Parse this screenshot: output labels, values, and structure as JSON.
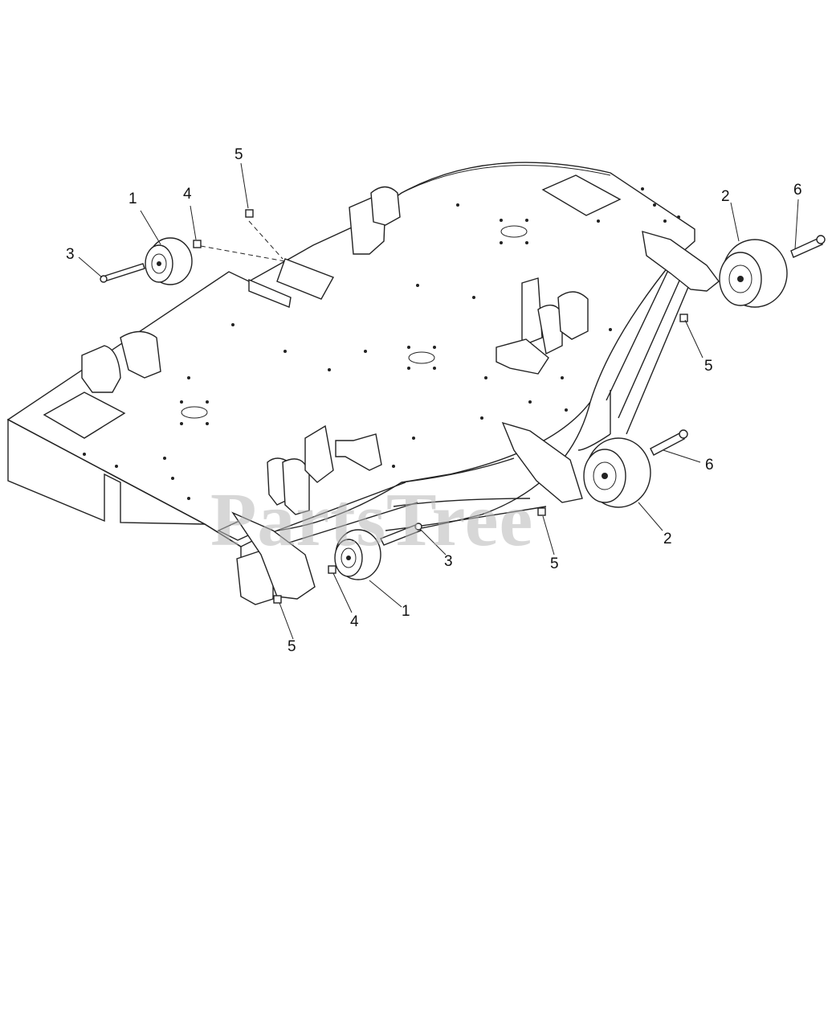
{
  "watermark": "PartsTree",
  "callouts": [
    {
      "id": "c1a",
      "label": "1"
    },
    {
      "id": "c4a",
      "label": "4"
    },
    {
      "id": "c5a",
      "label": "5"
    },
    {
      "id": "c3a",
      "label": "3"
    },
    {
      "id": "c2a",
      "label": "2"
    },
    {
      "id": "c6a",
      "label": "6"
    },
    {
      "id": "c5b",
      "label": "5"
    },
    {
      "id": "c6b",
      "label": "6"
    },
    {
      "id": "c2b",
      "label": "2"
    },
    {
      "id": "c3b",
      "label": "3"
    },
    {
      "id": "c5c",
      "label": "5"
    },
    {
      "id": "c1b",
      "label": "1"
    },
    {
      "id": "c4b",
      "label": "4"
    },
    {
      "id": "c5d",
      "label": "5"
    }
  ]
}
